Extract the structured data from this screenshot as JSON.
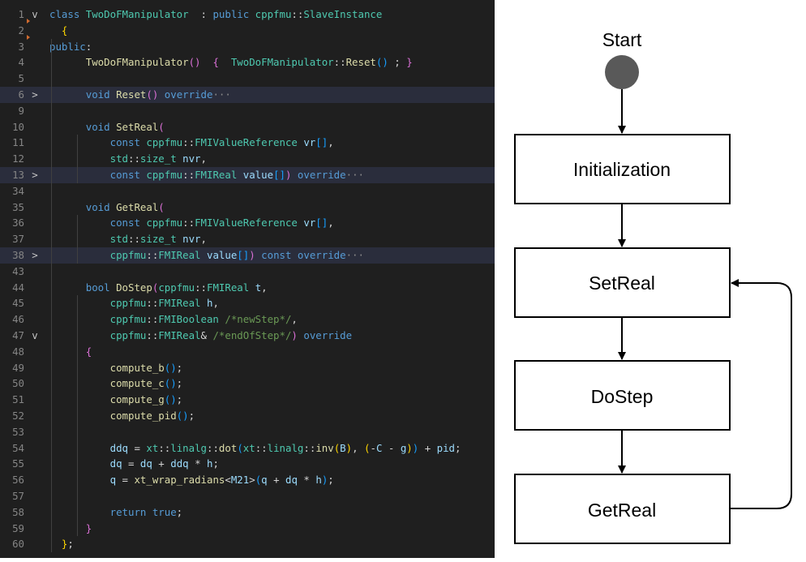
{
  "code_editor": {
    "lines": [
      {
        "num": "1",
        "fold": "v",
        "tokens": [
          [
            "kw",
            "class "
          ],
          [
            "ty",
            "TwoDoFManipulator"
          ],
          [
            "",
            "  : "
          ],
          [
            "kw",
            "public "
          ],
          [
            "ty",
            "cppfmu"
          ],
          [
            "",
            "::"
          ],
          [
            "ty",
            "SlaveInstance"
          ]
        ]
      },
      {
        "num": "2",
        "fold": "",
        "tokens": [
          [
            "",
            "  "
          ],
          [
            "br1",
            "{"
          ]
        ]
      },
      {
        "num": "3",
        "fold": "",
        "tokens": [
          [
            "kw",
            "public"
          ],
          [
            "",
            ":"
          ]
        ]
      },
      {
        "num": "4",
        "fold": "",
        "tokens": [
          [
            "",
            "      "
          ],
          [
            "fn",
            "TwoDoFManipulator"
          ],
          [
            "br2",
            "()"
          ],
          [
            "",
            "  "
          ],
          [
            "br2",
            "{"
          ],
          [
            "",
            "  "
          ],
          [
            "ty",
            "TwoDoFManipulator"
          ],
          [
            "",
            "::"
          ],
          [
            "fn",
            "Reset"
          ],
          [
            "br3",
            "()"
          ],
          [
            "",
            " ; "
          ],
          [
            "br2",
            "}"
          ]
        ]
      },
      {
        "num": "5",
        "fold": "",
        "tokens": []
      },
      {
        "num": "6",
        "fold": ">",
        "hl": true,
        "tokens": [
          [
            "",
            "      "
          ],
          [
            "kw",
            "void "
          ],
          [
            "fn",
            "Reset"
          ],
          [
            "br2",
            "()"
          ],
          [
            "",
            " "
          ],
          [
            "kw",
            "override"
          ],
          [
            "el",
            "···"
          ]
        ]
      },
      {
        "num": "9",
        "fold": "",
        "tokens": []
      },
      {
        "num": "10",
        "fold": "",
        "tokens": [
          [
            "",
            "      "
          ],
          [
            "kw",
            "void "
          ],
          [
            "fn",
            "SetReal"
          ],
          [
            "br2",
            "("
          ]
        ]
      },
      {
        "num": "11",
        "fold": "",
        "tokens": [
          [
            "",
            "          "
          ],
          [
            "kw",
            "const "
          ],
          [
            "ty",
            "cppfmu"
          ],
          [
            "",
            "::"
          ],
          [
            "ty",
            "FMIValueReference "
          ],
          [
            "vr",
            "vr"
          ],
          [
            "br3",
            "[]"
          ],
          [
            "",
            ","
          ]
        ]
      },
      {
        "num": "12",
        "fold": "",
        "tokens": [
          [
            "",
            "          "
          ],
          [
            "ty",
            "std"
          ],
          [
            "",
            "::"
          ],
          [
            "ty",
            "size_t "
          ],
          [
            "vr",
            "nvr"
          ],
          [
            "",
            ","
          ]
        ]
      },
      {
        "num": "13",
        "fold": ">",
        "hl": true,
        "tokens": [
          [
            "",
            "          "
          ],
          [
            "kw",
            "const "
          ],
          [
            "ty",
            "cppfmu"
          ],
          [
            "",
            "::"
          ],
          [
            "ty",
            "FMIReal "
          ],
          [
            "vr",
            "value"
          ],
          [
            "br3",
            "[]"
          ],
          [
            "br2",
            ")"
          ],
          [
            "",
            " "
          ],
          [
            "kw",
            "override"
          ],
          [
            "el",
            "···"
          ]
        ]
      },
      {
        "num": "34",
        "fold": "",
        "tokens": []
      },
      {
        "num": "35",
        "fold": "",
        "tokens": [
          [
            "",
            "      "
          ],
          [
            "kw",
            "void "
          ],
          [
            "fn",
            "GetReal"
          ],
          [
            "br2",
            "("
          ]
        ]
      },
      {
        "num": "36",
        "fold": "",
        "tokens": [
          [
            "",
            "          "
          ],
          [
            "kw",
            "const "
          ],
          [
            "ty",
            "cppfmu"
          ],
          [
            "",
            "::"
          ],
          [
            "ty",
            "FMIValueReference "
          ],
          [
            "vr",
            "vr"
          ],
          [
            "br3",
            "[]"
          ],
          [
            "",
            ","
          ]
        ]
      },
      {
        "num": "37",
        "fold": "",
        "tokens": [
          [
            "",
            "          "
          ],
          [
            "ty",
            "std"
          ],
          [
            "",
            "::"
          ],
          [
            "ty",
            "size_t "
          ],
          [
            "vr",
            "nvr"
          ],
          [
            "",
            ","
          ]
        ]
      },
      {
        "num": "38",
        "fold": ">",
        "hl": true,
        "tokens": [
          [
            "",
            "          "
          ],
          [
            "ty",
            "cppfmu"
          ],
          [
            "",
            "::"
          ],
          [
            "ty",
            "FMIReal "
          ],
          [
            "vr",
            "value"
          ],
          [
            "br3",
            "[]"
          ],
          [
            "br2",
            ")"
          ],
          [
            "",
            " "
          ],
          [
            "kw",
            "const override"
          ],
          [
            "el",
            "···"
          ]
        ]
      },
      {
        "num": "43",
        "fold": "",
        "tokens": []
      },
      {
        "num": "44",
        "fold": "",
        "tokens": [
          [
            "",
            "      "
          ],
          [
            "kw",
            "bool "
          ],
          [
            "fn",
            "DoStep"
          ],
          [
            "br2",
            "("
          ],
          [
            "ty",
            "cppfmu"
          ],
          [
            "",
            "::"
          ],
          [
            "ty",
            "FMIReal "
          ],
          [
            "vr",
            "t"
          ],
          [
            "",
            ","
          ]
        ]
      },
      {
        "num": "45",
        "fold": "",
        "tokens": [
          [
            "",
            "          "
          ],
          [
            "ty",
            "cppfmu"
          ],
          [
            "",
            "::"
          ],
          [
            "ty",
            "FMIReal "
          ],
          [
            "vr",
            "h"
          ],
          [
            "",
            ","
          ]
        ]
      },
      {
        "num": "46",
        "fold": "",
        "tokens": [
          [
            "",
            "          "
          ],
          [
            "ty",
            "cppfmu"
          ],
          [
            "",
            "::"
          ],
          [
            "ty",
            "FMIBoolean "
          ],
          [
            "cm",
            "/*newStep*/"
          ],
          [
            "",
            ","
          ]
        ]
      },
      {
        "num": "47",
        "fold": "v",
        "tokens": [
          [
            "",
            "          "
          ],
          [
            "ty",
            "cppfmu"
          ],
          [
            "",
            "::"
          ],
          [
            "ty",
            "FMIReal"
          ],
          [
            "",
            "& "
          ],
          [
            "cm",
            "/*endOfStep*/"
          ],
          [
            "br2",
            ")"
          ],
          [
            "",
            " "
          ],
          [
            "kw",
            "override"
          ]
        ]
      },
      {
        "num": "48",
        "fold": "",
        "tokens": [
          [
            "",
            "      "
          ],
          [
            "br2",
            "{"
          ]
        ]
      },
      {
        "num": "49",
        "fold": "",
        "tokens": [
          [
            "",
            "          "
          ],
          [
            "fn",
            "compute_b"
          ],
          [
            "br3",
            "()"
          ],
          [
            "",
            ";"
          ]
        ]
      },
      {
        "num": "50",
        "fold": "",
        "tokens": [
          [
            "",
            "          "
          ],
          [
            "fn",
            "compute_c"
          ],
          [
            "br3",
            "()"
          ],
          [
            "",
            ";"
          ]
        ]
      },
      {
        "num": "51",
        "fold": "",
        "tokens": [
          [
            "",
            "          "
          ],
          [
            "fn",
            "compute_g"
          ],
          [
            "br3",
            "()"
          ],
          [
            "",
            ";"
          ]
        ]
      },
      {
        "num": "52",
        "fold": "",
        "tokens": [
          [
            "",
            "          "
          ],
          [
            "fn",
            "compute_pid"
          ],
          [
            "br3",
            "()"
          ],
          [
            "",
            ";"
          ]
        ]
      },
      {
        "num": "53",
        "fold": "",
        "tokens": []
      },
      {
        "num": "54",
        "fold": "",
        "tokens": [
          [
            "",
            "          "
          ],
          [
            "vr",
            "ddq"
          ],
          [
            "",
            " = "
          ],
          [
            "ty",
            "xt"
          ],
          [
            "",
            "::"
          ],
          [
            "ty",
            "linalg"
          ],
          [
            "",
            "::"
          ],
          [
            "fn",
            "dot"
          ],
          [
            "br3",
            "("
          ],
          [
            "ty",
            "xt"
          ],
          [
            "",
            "::"
          ],
          [
            "ty",
            "linalg"
          ],
          [
            "",
            "::"
          ],
          [
            "fn",
            "inv"
          ],
          [
            "br1",
            "("
          ],
          [
            "vr",
            "B"
          ],
          [
            "br1",
            ")"
          ],
          [
            "",
            ", "
          ],
          [
            "br1",
            "("
          ],
          [
            "",
            "-"
          ],
          [
            "vr",
            "C"
          ],
          [
            "",
            " - "
          ],
          [
            "vr",
            "g"
          ],
          [
            "br1",
            ")"
          ],
          [
            "br3",
            ")"
          ],
          [
            "",
            " + "
          ],
          [
            "vr",
            "pid"
          ],
          [
            "",
            ";"
          ]
        ]
      },
      {
        "num": "55",
        "fold": "",
        "tokens": [
          [
            "",
            "          "
          ],
          [
            "vr",
            "dq"
          ],
          [
            "",
            " = "
          ],
          [
            "vr",
            "dq"
          ],
          [
            "",
            " + "
          ],
          [
            "vr",
            "ddq"
          ],
          [
            "",
            " * "
          ],
          [
            "vr",
            "h"
          ],
          [
            "",
            ";"
          ]
        ]
      },
      {
        "num": "56",
        "fold": "",
        "tokens": [
          [
            "",
            "          "
          ],
          [
            "vr",
            "q"
          ],
          [
            "",
            " = "
          ],
          [
            "fn",
            "xt_wrap_radians"
          ],
          [
            "",
            "<"
          ],
          [
            "vr",
            "M21"
          ],
          [
            "",
            ">"
          ],
          [
            "br3",
            "("
          ],
          [
            "vr",
            "q"
          ],
          [
            "",
            " + "
          ],
          [
            "vr",
            "dq"
          ],
          [
            "",
            " * "
          ],
          [
            "vr",
            "h"
          ],
          [
            "br3",
            ")"
          ],
          [
            "",
            ";"
          ]
        ]
      },
      {
        "num": "57",
        "fold": "",
        "tokens": []
      },
      {
        "num": "58",
        "fold": "",
        "tokens": [
          [
            "",
            "          "
          ],
          [
            "kw",
            "return "
          ],
          [
            "kw",
            "true"
          ],
          [
            "",
            ";"
          ]
        ]
      },
      {
        "num": "59",
        "fold": "",
        "tokens": [
          [
            "",
            "      "
          ],
          [
            "br2",
            "}"
          ]
        ]
      },
      {
        "num": "60",
        "fold": "",
        "tokens": [
          [
            "",
            "  "
          ],
          [
            "br1",
            "}"
          ],
          [
            "",
            ";"
          ]
        ]
      }
    ]
  },
  "flowchart": {
    "start_label": "Start",
    "nodes": [
      {
        "id": "init",
        "label": "Initialization"
      },
      {
        "id": "setreal",
        "label": "SetReal"
      },
      {
        "id": "dostep",
        "label": "DoStep"
      },
      {
        "id": "getreal",
        "label": "GetReal"
      }
    ],
    "colors": {
      "start_node": "#595959",
      "stroke": "#000000",
      "box_fill": "#ffffff"
    }
  }
}
